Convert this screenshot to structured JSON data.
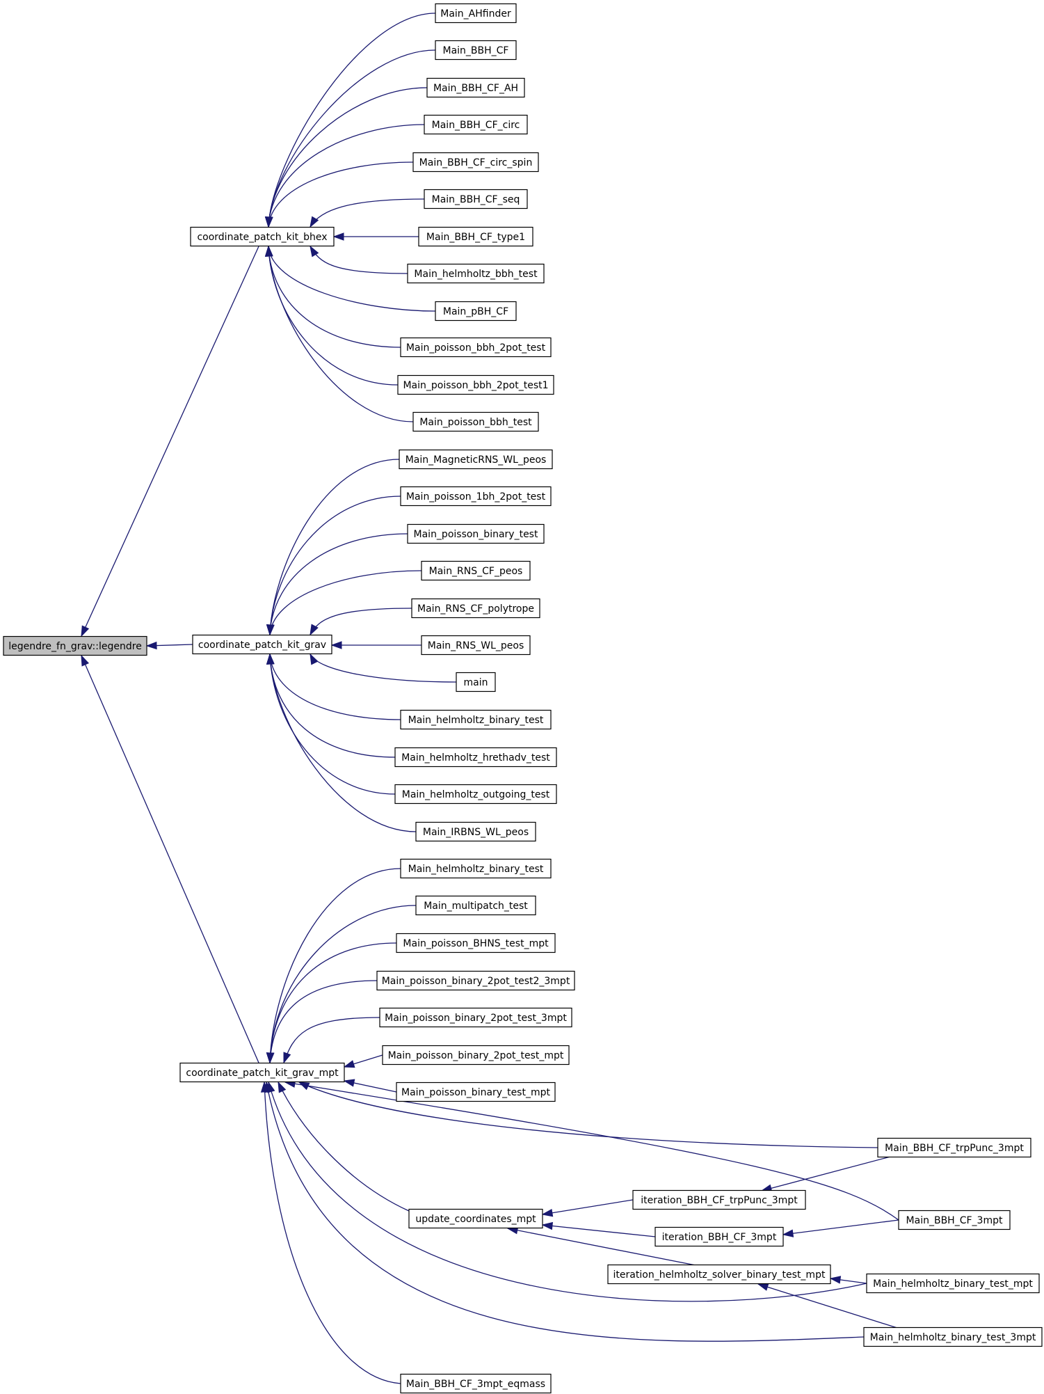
{
  "colors": {
    "edge": "#191970",
    "root_fill": "#bfbfbf",
    "node_fill": "#ffffff",
    "node_border": "#000000"
  },
  "graph": {
    "nodes": {
      "root": "legendre_fn_grav::legendre",
      "bhex": "coordinate_patch_kit_bhex",
      "grav": "coordinate_patch_kit_grav",
      "mpt": "coordinate_patch_kit_grav_mpt",
      "ahfinder": "Main_AHfinder",
      "bbhcf": "Main_BBH_CF",
      "bbhcfah": "Main_BBH_CF_AH",
      "bbhcfcirc": "Main_BBH_CF_circ",
      "bbhcfcircspin": "Main_BBH_CF_circ_spin",
      "bbhcfseq": "Main_BBH_CF_seq",
      "bbhcftype1": "Main_BBH_CF_type1",
      "helmbbh": "Main_helmholtz_bbh_test",
      "pbhcf": "Main_pBH_CF",
      "poibbh2pot": "Main_poisson_bbh_2pot_test",
      "poibbh2pot1": "Main_poisson_bbh_2pot_test1",
      "poibbh": "Main_poisson_bbh_test",
      "magrns": "Main_MagneticRNS_WL_peos",
      "poi1bh": "Main_poisson_1bh_2pot_test",
      "poibin": "Main_poisson_binary_test",
      "rnscfpeos": "Main_RNS_CF_peos",
      "rnscfpoly": "Main_RNS_CF_polytrope",
      "rnswlpeos": "Main_RNS_WL_peos",
      "main": "main",
      "helmbin_g": "Main_helmholtz_binary_test",
      "helmhreth": "Main_helmholtz_hrethadv_test",
      "helmout": "Main_helmholtz_outgoing_test",
      "irbns": "Main_IRBNS_WL_peos",
      "helmbin_m": "Main_helmholtz_binary_test",
      "multipatch": "Main_multipatch_test",
      "poibhns": "Main_poisson_BHNS_test_mpt",
      "poibin2pot2": "Main_poisson_binary_2pot_test2_3mpt",
      "poibin2pot3": "Main_poisson_binary_2pot_test_3mpt",
      "poibin2potmpt": "Main_poisson_binary_2pot_test_mpt",
      "poibinmpt": "Main_poisson_binary_test_mpt",
      "bbhtrp": "Main_BBH_CF_trpPunc_3mpt",
      "bbh3mpt": "Main_BBH_CF_3mpt",
      "updcoord": "update_coordinates_mpt",
      "itertrp": "iteration_BBH_CF_trpPunc_3mpt",
      "iter3mpt": "iteration_BBH_CF_3mpt",
      "iterhelm": "iteration_helmholtz_solver_binary_test_mpt",
      "helmbinmpt": "Main_helmholtz_binary_test_mpt",
      "helmbin3mpt": "Main_helmholtz_binary_test_3mpt",
      "bbh3mpteq": "Main_BBH_CF_3mpt_eqmass"
    }
  }
}
